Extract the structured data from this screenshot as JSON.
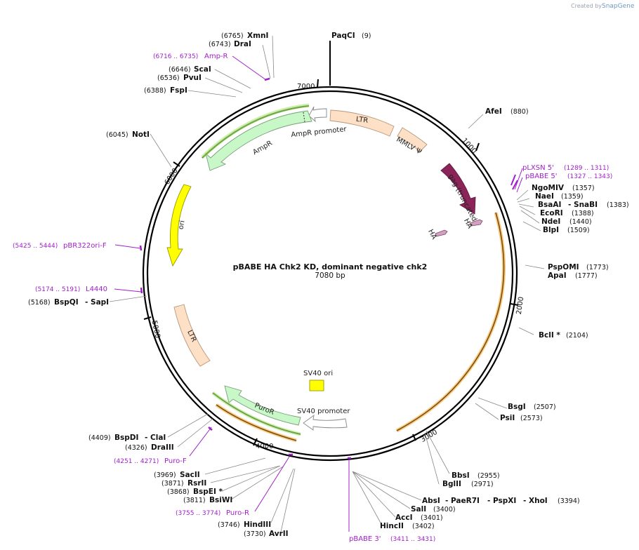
{
  "credit": {
    "created_by": "Created by",
    "app": "SnapGene"
  },
  "plasmid": {
    "name": "pBABE HA Chk2 KD, dominant negative chk2",
    "length": "7080 bp"
  },
  "ticks": [
    "1000",
    "2000",
    "3000",
    "4000",
    "5000",
    "6000",
    "7000"
  ],
  "features": {
    "ltr1": "LTR",
    "mmlv": "MMLV Ψ",
    "gag": "gag (truncated)",
    "ha1": "HA",
    "ha2": "HA",
    "ampr_promoter": "AmpR promoter",
    "ampr": "AmpR",
    "ori": "ori",
    "ltr2": "LTR",
    "sv40_ori": "SV40 ori",
    "sv40_promoter": "SV40 promoter",
    "puror": "PuroR"
  },
  "sites": [
    {
      "name": "PaqCI",
      "pos": "(9)"
    },
    {
      "name": "AfeI",
      "pos": "(880)"
    },
    {
      "name": "NgoMIV",
      "pos": "(1357)"
    },
    {
      "name": "NaeI",
      "pos": "(1359)"
    },
    {
      "name": "BsaAI",
      "name2": "- SnaBI",
      "pos": "(1383)"
    },
    {
      "name": "EcoRI",
      "pos": "(1388)"
    },
    {
      "name": "NdeI",
      "pos": "(1440)"
    },
    {
      "name": "BlpI",
      "pos": "(1509)"
    },
    {
      "name": "PspOMI",
      "pos": "(1773)"
    },
    {
      "name": "ApaI",
      "pos": "(1777)"
    },
    {
      "name": "BclI *",
      "pos": "(2104)"
    },
    {
      "name": "BsgI",
      "pos": "(2507)"
    },
    {
      "name": "PsiI",
      "pos": "(2573)"
    },
    {
      "name": "BbsI",
      "pos": "(2955)"
    },
    {
      "name": "BglII",
      "pos": "(2971)"
    },
    {
      "name": "AbsI",
      "name2": "- PaeR7I",
      "name3": "- PspXI",
      "name4": "- XhoI",
      "pos": "(3394)"
    },
    {
      "name": "SalI",
      "pos": "(3400)"
    },
    {
      "name": "AccI",
      "pos": "(3401)"
    },
    {
      "name": "HincII",
      "pos": "(3402)"
    },
    {
      "name": "AvrII",
      "pos": "(3730)"
    },
    {
      "name": "HindIII",
      "pos": "(3746)"
    },
    {
      "name": "BsiWI",
      "pos": "(3811)"
    },
    {
      "name": "BspEI *",
      "pos": "(3868)"
    },
    {
      "name": "RsrII",
      "pos": "(3871)"
    },
    {
      "name": "SacII",
      "pos": "(3969)"
    },
    {
      "name": "DraIII",
      "pos": "(4326)"
    },
    {
      "name": "BspDI",
      "name2": "- ClaI",
      "pos": "(4409)"
    },
    {
      "name": "BspQI",
      "name2": "- SapI",
      "pos": "(5168)"
    },
    {
      "name": "NotI",
      "pos": "(6045)"
    },
    {
      "name": "FspI",
      "pos": "(6388)"
    },
    {
      "name": "PvuI",
      "pos": "(6536)"
    },
    {
      "name": "ScaI",
      "pos": "(6646)"
    },
    {
      "name": "DraI",
      "pos": "(6743)"
    },
    {
      "name": "XmnI",
      "pos": "(6765)"
    }
  ],
  "primers": [
    {
      "name": "pLXSN 5'",
      "pos": "(1289 .. 1311)"
    },
    {
      "name": "pBABE 5'",
      "pos": "(1327 .. 1343)"
    },
    {
      "name": "pBABE 3'",
      "pos": "(3411 .. 3431)"
    },
    {
      "name": "Puro-R",
      "pos": "(3755 .. 3774)"
    },
    {
      "name": "Puro-F",
      "pos": "(4251 .. 4271)"
    },
    {
      "name": "L4440",
      "pos": "(5174 .. 5191)"
    },
    {
      "name": "pBR322ori-F",
      "pos": "(5425 .. 5444)"
    },
    {
      "name": "Amp-R",
      "pos": "(6716 .. 6735)"
    }
  ],
  "colors": {
    "backbone": "#000000",
    "ltr": "#fde0c5",
    "gag": "#8b2559",
    "amp": "#c8f7c8",
    "ori": "#ffff00",
    "primer": "#a020c8",
    "orf": "#f7b955"
  }
}
